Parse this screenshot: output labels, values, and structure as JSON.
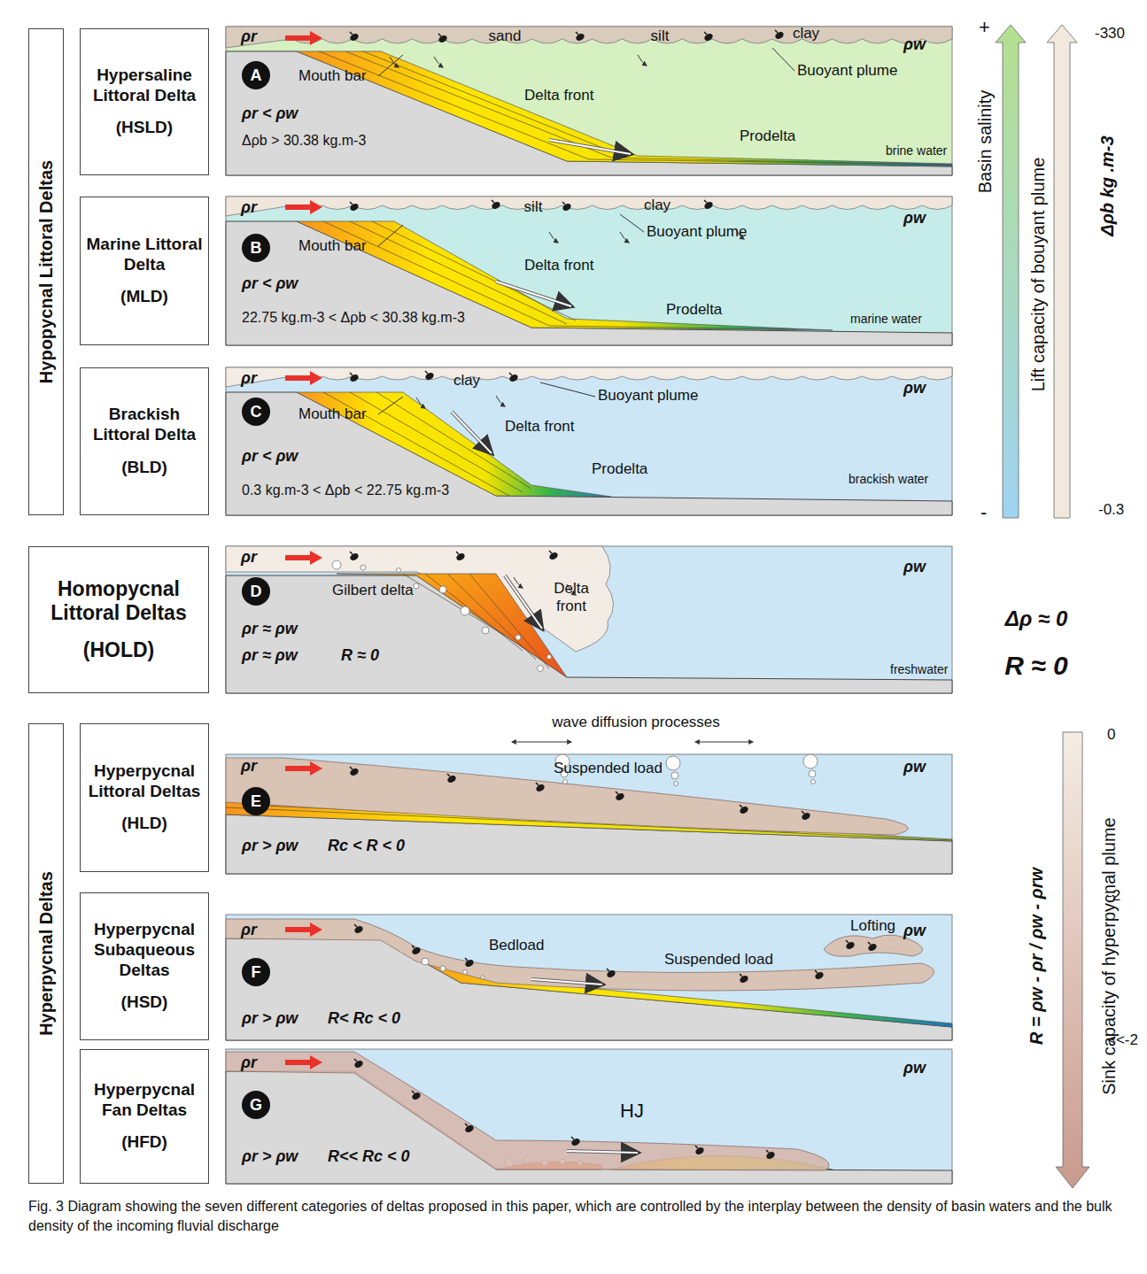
{
  "diagram": {
    "caption": "Fig. 3 Diagram showing the seven different categories of deltas proposed in this paper, which are controlled by the interplay between the density of basin waters and the bulk density of the incoming fluvial discharge",
    "nodes": [
      {
        "text": [
          "Hypopycnal Littoral Deltas"
        ]
      },
      {
        "text": [
          "Hypersaline Littoral Delta",
          "(HSLD)"
        ]
      },
      {
        "text": [
          "Marine Littoral Delta",
          "(MLD)"
        ]
      },
      {
        "text": [
          "Brackish Littoral Delta",
          "(BLD)"
        ]
      },
      {
        "text": [
          "Homopycnal Littoral Deltas",
          "(HOLD)"
        ]
      },
      {
        "text": [
          "Hyperpycnal Deltas"
        ]
      },
      {
        "text": [
          "Hyperpycnal Littoral Deltas",
          "(HLD)"
        ]
      },
      {
        "text": [
          "Hyperpycnal Subaqueous Deltas",
          "(HSD)"
        ]
      },
      {
        "text": [
          "Hyperpycnal Fan Deltas",
          "(HFD)"
        ]
      }
    ],
    "labels": [
      "ρr",
      "sand",
      "silt",
      "clay",
      "Buoyant plume",
      "ρw",
      "A",
      "Mouth bar",
      "Delta front",
      "ρr < ρw",
      "Prodelta",
      "brine water",
      "Δρb > 30.38 kg.m-3",
      "ρr",
      "silt",
      "clay",
      "Buoyant plume",
      "ρw",
      "B",
      "Mouth bar",
      "Delta front",
      "ρr < ρw",
      "Prodelta",
      "marine water",
      "22.75 kg.m-3 < Δρb < 30.38 kg.m-3",
      "ρr",
      "clay",
      "Buoyant plume",
      "ρw",
      "C",
      "Mouth bar",
      "Delta front",
      "ρr < ρw",
      "Prodelta",
      "brackish water",
      "0.3 kg.m-3 < Δρb < 22.75 kg.m-3",
      "ρr",
      "ρw",
      "D",
      "Gilbert delta",
      "Delta front",
      "ρr ≈ ρw",
      "ρr ≈ ρw",
      "R ≈ 0",
      "freshwater",
      "wave diffusion processes",
      "ρr",
      "Suspended load",
      "ρw",
      "E",
      "ρr > ρw",
      "Rc < R < 0",
      "ρr",
      "ρw",
      "Bedload",
      "Suspended load",
      "Lofting",
      "F",
      "ρr > ρw",
      "R< Rc < 0",
      "ρr",
      "ρw",
      "G",
      "HJ",
      "ρr > ρw",
      "R<< Rc < 0",
      "+",
      "Basin salinity",
      "-",
      "Lift capacity of bouyant plume",
      "-330",
      "Δρb kg .m-3",
      "-0.3",
      "Δρ ≈ 0",
      "R ≈ 0",
      "0",
      "-2",
      "<<-2",
      "R = ρw - ρr / ρw - ρrw",
      "Sink capacity of hyperpycnal plume"
    ]
  }
}
